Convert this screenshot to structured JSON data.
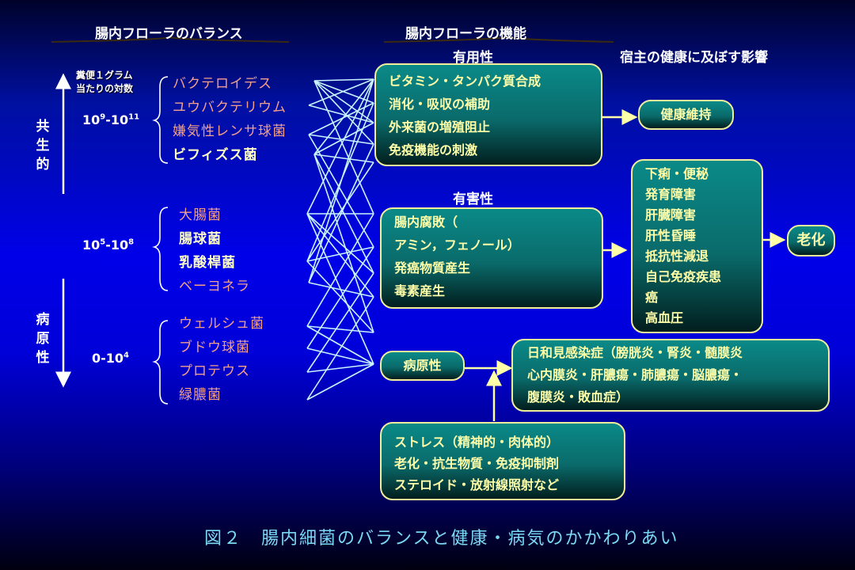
{
  "headers": {
    "balance": "腸内フローラのバランス",
    "function": "腸内フローラの機能",
    "useful": "有用性",
    "harmful": "有害性",
    "host_effect": "宿主の健康に及ぼす影響"
  },
  "count_label": [
    "糞便１グラム",
    "当たりの対数"
  ],
  "axis": {
    "symbiotic": "共生的",
    "pathogenic": "病原性"
  },
  "groups": [
    {
      "count_base": "10",
      "count_exp1": "9",
      "count_mid": "-10",
      "count_exp2": "11",
      "bacteria": [
        {
          "name": "バクテロイデス",
          "style": "pink"
        },
        {
          "name": "ユウバクテリウム",
          "style": "pink"
        },
        {
          "name": "嫌気性レンサ球菌",
          "style": "pink"
        },
        {
          "name": "ビフィズス菌",
          "style": "yellow"
        }
      ]
    },
    {
      "count_base": "10",
      "count_exp1": "5",
      "count_mid": "-10",
      "count_exp2": "8",
      "bacteria": [
        {
          "name": "大腸菌",
          "style": "pink"
        },
        {
          "name": "腸球菌",
          "style": "yellow"
        },
        {
          "name": "乳酸桿菌",
          "style": "yellow"
        },
        {
          "name": "ベーヨネラ",
          "style": "pink"
        }
      ]
    },
    {
      "count_base": "0-10",
      "count_exp1": "4",
      "count_mid": "",
      "count_exp2": "",
      "bacteria": [
        {
          "name": "ウェルシュ菌",
          "style": "pink"
        },
        {
          "name": "ブドウ球菌",
          "style": "pink"
        },
        {
          "name": "プロテウス",
          "style": "pink"
        },
        {
          "name": "緑膿菌",
          "style": "pink"
        }
      ]
    }
  ],
  "useful_box": [
    "ビタミン・タンパク質合成",
    "消化・吸収の補助",
    "外来菌の増殖阻止",
    "免疫機能の刺激"
  ],
  "health_box": "健康維持",
  "harmful_box": [
    "腸内腐敗（",
    "アミン，フェノール）",
    "発癌物質産生",
    "毒素産生"
  ],
  "disease_box": [
    "下痢・便秘",
    "発育障害",
    "肝臓障害",
    "肝性昏睡",
    "抵抗性減退",
    "自己免疫疾患",
    "癌",
    "高血圧"
  ],
  "aging_box": "老化",
  "pathogenic_box": "病原性",
  "infection_box": [
    "日和見感染症（膀胱炎・腎炎・髄膜炎",
    "心内膜炎・肝膿瘍・肺膿瘍・脳膿瘍・",
    "腹膜炎・敗血症）"
  ],
  "stress_box": [
    "ストレス（精神的・肉体的）",
    "老化・抗生物質・免疫抑制剤",
    "ステロイド・放射線照射など"
  ],
  "caption": "図２　腸内細菌のバランスと健康・病気のかかわりあい",
  "colors": {
    "box_border": "#f0ee9a",
    "box_text": "#ffffa8",
    "bacteria_pink": "#f2a08c",
    "caption": "#7ad8f2",
    "lines": "#c8f4ff"
  }
}
